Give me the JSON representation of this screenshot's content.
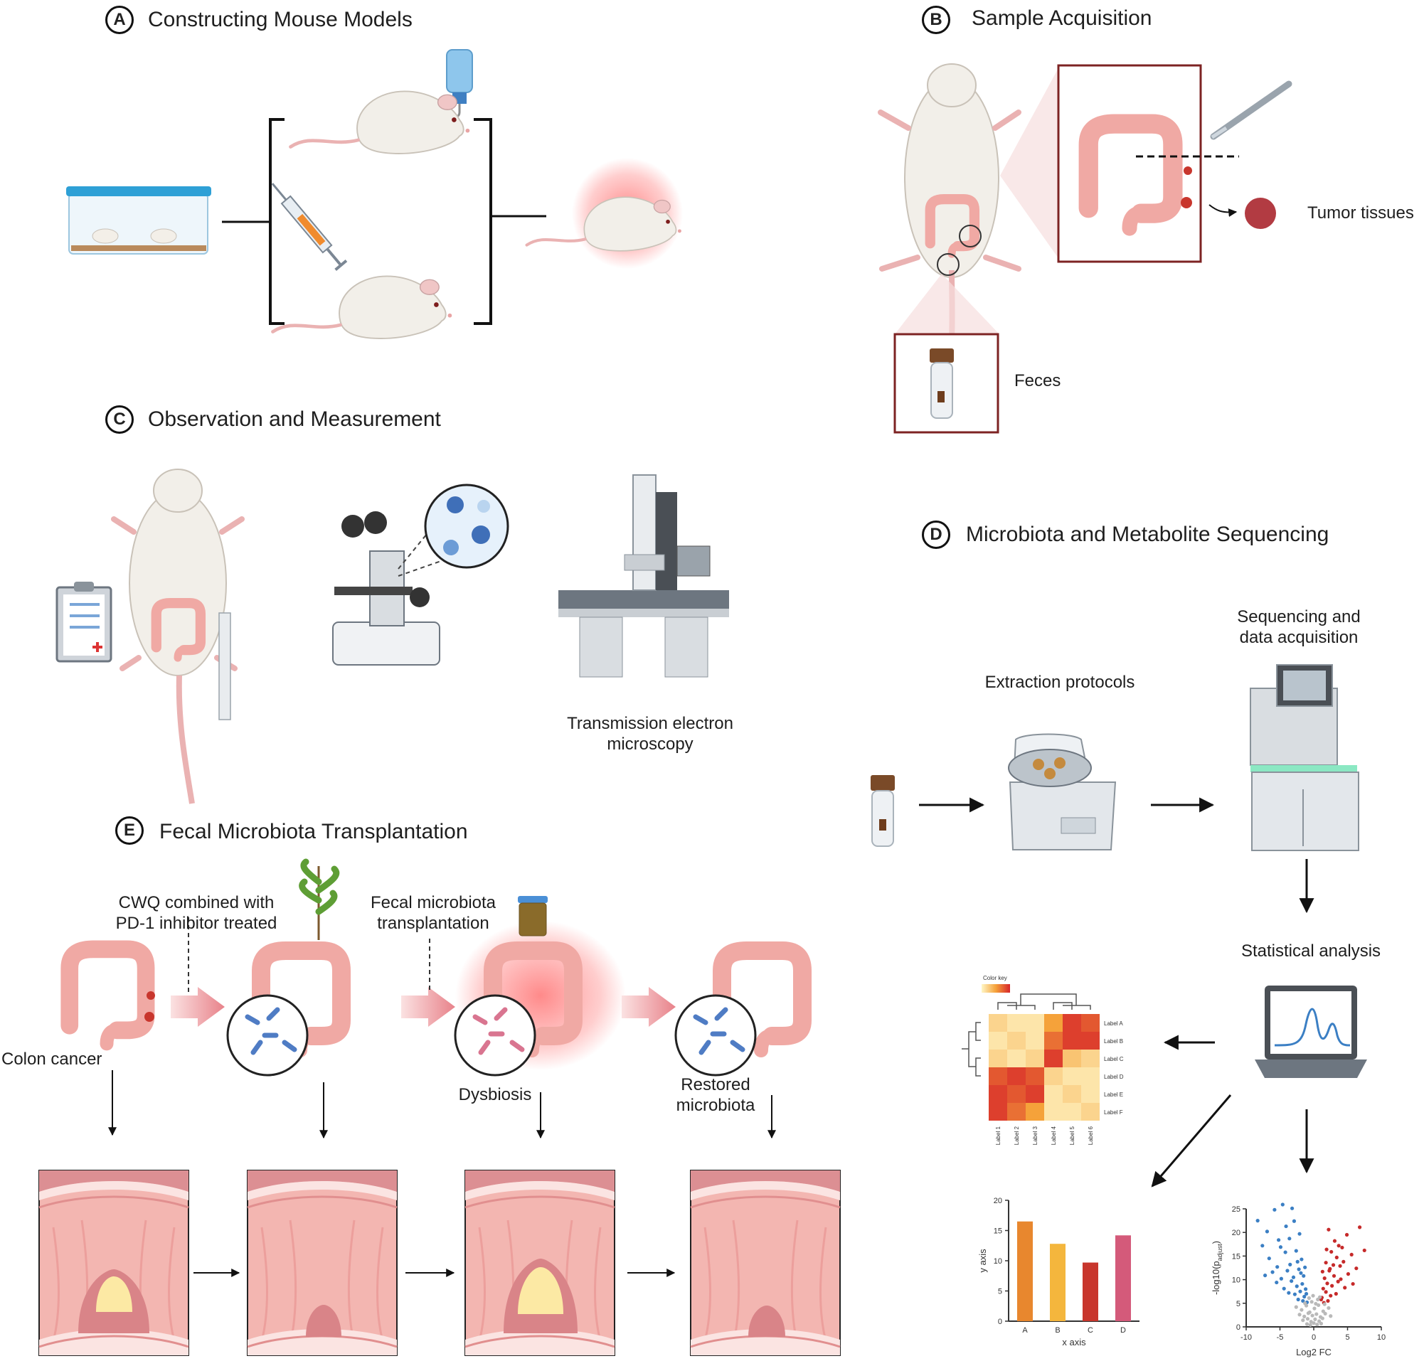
{
  "sections": {
    "a": {
      "letter": "A",
      "title": "Constructing Mouse Models"
    },
    "b": {
      "letter": "B",
      "title": "Sample Acquisition",
      "tumor_label": "Tumor tissues",
      "feces_label": "Feces"
    },
    "c": {
      "letter": "C",
      "title": "Observation and Measurement",
      "tem_label_1": "Transmission electron",
      "tem_label_2": "microscopy"
    },
    "d": {
      "letter": "D",
      "title": "Microbiota and Metabolite Sequencing",
      "extraction_label": "Extraction protocols",
      "sequencing_label_1": "Sequencing and",
      "sequencing_label_2": "data acquisition",
      "stats_label": "Statistical analysis"
    },
    "e": {
      "letter": "E",
      "title": "Fecal Microbiota Transplantation",
      "colon_cancer": "Colon cancer",
      "treatment_1": "CWQ combined with",
      "treatment_2": "PD-1 inhibitor treated",
      "fmt_1": "Fecal microbiota",
      "fmt_2": "transplantation",
      "dysbiosis": "Dysbiosis",
      "restored_1": "Restored",
      "restored_2": "microbiota"
    }
  },
  "heatmap": {
    "color_key": "Color key",
    "row_labels": [
      "Label A",
      "Label B",
      "Label C",
      "Label D",
      "Label E",
      "Label F"
    ],
    "col_labels": [
      "Label 1",
      "Label 2",
      "Label 3",
      "Label 4",
      "Label 5",
      "Label 6"
    ],
    "values": [
      [
        0.2,
        0.1,
        0.1,
        0.5,
        0.9,
        0.8
      ],
      [
        0.1,
        0.2,
        0.1,
        0.7,
        0.9,
        0.9
      ],
      [
        0.2,
        0.1,
        0.2,
        0.9,
        0.3,
        0.2
      ],
      [
        0.8,
        0.9,
        0.8,
        0.2,
        0.1,
        0.1
      ],
      [
        0.9,
        0.8,
        0.9,
        0.1,
        0.2,
        0.1
      ],
      [
        0.9,
        0.7,
        0.5,
        0.1,
        0.1,
        0.2
      ]
    ]
  },
  "chart_data": [
    {
      "type": "bar",
      "categories": [
        "A",
        "B",
        "C",
        "D"
      ],
      "values": [
        16.5,
        12.8,
        9.7,
        14.2
      ],
      "colors": [
        "#e8872e",
        "#f4b63d",
        "#c8362d",
        "#d45a7a"
      ],
      "xlabel": "x axis",
      "ylabel": "y axis",
      "ylim": [
        0,
        20
      ],
      "yticks": [
        0,
        5,
        10,
        15,
        20
      ]
    },
    {
      "type": "scatter",
      "xlabel": "Log2 FC",
      "ylabel": "-log10(p",
      "ylabel_sub": "adjust",
      "ylabel_end": ")",
      "xlim": [
        -10,
        10
      ],
      "ylim": [
        0,
        25
      ],
      "xticks": [
        -10,
        -5,
        0,
        5,
        10
      ],
      "yticks": [
        0,
        5,
        10,
        15,
        20,
        25
      ],
      "series": [
        {
          "color": "#3b7fc4",
          "points": [
            [
              -8.3,
              22.5
            ],
            [
              -6.9,
              20.2
            ],
            [
              -5.8,
              24.8
            ],
            [
              -4.6,
              25.9
            ],
            [
              -3.2,
              25.1
            ],
            [
              -7.6,
              17.2
            ],
            [
              -5.2,
              18.4
            ],
            [
              -4.1,
              21.3
            ],
            [
              -2.9,
              22.4
            ],
            [
              -2.1,
              19.7
            ],
            [
              -6.6,
              14.5
            ],
            [
              -5.4,
              12.7
            ],
            [
              -4.2,
              15.8
            ],
            [
              -3.5,
              13.2
            ],
            [
              -2.6,
              16.1
            ],
            [
              -1.8,
              14.3
            ],
            [
              -7.2,
              10.9
            ],
            [
              -6.1,
              11.6
            ],
            [
              -4.8,
              10.2
            ],
            [
              -3.9,
              11.9
            ],
            [
              -3.0,
              10.5
            ],
            [
              -2.2,
              12.2
            ],
            [
              -1.5,
              10.8
            ],
            [
              -5.5,
              9.4
            ],
            [
              -4.4,
              8.1
            ],
            [
              -3.3,
              9.7
            ],
            [
              -2.5,
              8.6
            ],
            [
              -1.7,
              9.1
            ],
            [
              -1.2,
              8.0
            ],
            [
              -3.7,
              7.2
            ],
            [
              -2.8,
              6.9
            ],
            [
              -2.0,
              7.5
            ],
            [
              -1.4,
              6.4
            ],
            [
              -1.1,
              7.0
            ],
            [
              -2.3,
              5.8
            ],
            [
              -1.6,
              5.5
            ],
            [
              -1.0,
              5.2
            ],
            [
              -4.9,
              16.9
            ],
            [
              -3.6,
              18.7
            ],
            [
              -2.4,
              13.8
            ],
            [
              -1.9,
              11.4
            ],
            [
              -1.3,
              12.6
            ]
          ]
        },
        {
          "color": "#c62a2a",
          "points": [
            [
              6.8,
              21.1
            ],
            [
              4.9,
              19.5
            ],
            [
              3.1,
              18.2
            ],
            [
              2.2,
              20.6
            ],
            [
              7.5,
              16.2
            ],
            [
              5.6,
              15.3
            ],
            [
              4.2,
              16.8
            ],
            [
              3.4,
              14.7
            ],
            [
              2.6,
              15.9
            ],
            [
              1.8,
              13.6
            ],
            [
              6.3,
              12.4
            ],
            [
              5.1,
              11.2
            ],
            [
              3.9,
              12.9
            ],
            [
              3.0,
              10.8
            ],
            [
              2.3,
              11.9
            ],
            [
              1.6,
              10.3
            ],
            [
              5.8,
              9.1
            ],
            [
              4.6,
              8.3
            ],
            [
              3.6,
              9.6
            ],
            [
              2.7,
              8.7
            ],
            [
              2.0,
              9.2
            ],
            [
              1.4,
              8.1
            ],
            [
              3.3,
              7.0
            ],
            [
              2.5,
              6.6
            ],
            [
              1.8,
              7.4
            ],
            [
              1.2,
              6.2
            ],
            [
              2.1,
              5.5
            ],
            [
              1.5,
              5.1
            ],
            [
              1.1,
              5.8
            ],
            [
              4.4,
              13.8
            ],
            [
              3.7,
              17.2
            ],
            [
              2.9,
              13.1
            ],
            [
              1.9,
              16.4
            ],
            [
              1.3,
              11.7
            ],
            [
              4.0,
              10.1
            ],
            [
              2.4,
              12.3
            ]
          ]
        },
        {
          "color": "#b9b9b9",
          "points": [
            [
              -2.6,
              4.2
            ],
            [
              -1.8,
              3.6
            ],
            [
              -1.1,
              4.5
            ],
            [
              -0.6,
              3.1
            ],
            [
              0.1,
              3.9
            ],
            [
              0.7,
              4.6
            ],
            [
              1.4,
              3.3
            ],
            [
              2.2,
              4.0
            ],
            [
              -2.1,
              2.6
            ],
            [
              -1.4,
              2.2
            ],
            [
              -0.8,
              2.9
            ],
            [
              -0.2,
              2.4
            ],
            [
              0.4,
              2.7
            ],
            [
              1.0,
              2.1
            ],
            [
              1.7,
              2.8
            ],
            [
              2.5,
              2.3
            ],
            [
              -1.6,
              1.4
            ],
            [
              -0.9,
              1.7
            ],
            [
              -0.4,
              1.1
            ],
            [
              0.2,
              1.6
            ],
            [
              0.8,
              1.2
            ],
            [
              1.3,
              1.8
            ],
            [
              -1.0,
              0.6
            ],
            [
              -0.5,
              0.4
            ],
            [
              0.0,
              0.8
            ],
            [
              0.5,
              0.5
            ],
            [
              1.1,
              0.7
            ],
            [
              -0.3,
              5.3
            ],
            [
              0.3,
              4.9
            ],
            [
              -0.7,
              6.1
            ],
            [
              0.6,
              5.8
            ],
            [
              -1.3,
              5.0
            ],
            [
              1.6,
              4.8
            ],
            [
              -0.1,
              6.6
            ],
            [
              0.9,
              6.3
            ]
          ]
        }
      ]
    }
  ]
}
